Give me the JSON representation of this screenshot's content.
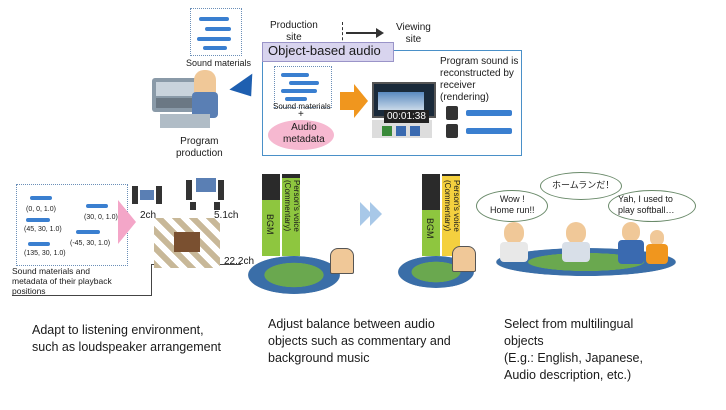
{
  "top": {
    "sound_materials_label": "Sound materials",
    "production_site": "Production\nsite",
    "viewing_site": "Viewing\nsite",
    "object_audio_title": "Object-based audio",
    "program_production": "Program\nproduction",
    "inner_sound_materials": "Sound materials",
    "plus": "+",
    "audio_metadata": "Audio\nmetadata",
    "reconstruct_text": "Program sound is\nreconstructed by\nreceiver\n(rendering)",
    "timecode": "00:01:38"
  },
  "left": {
    "coords": [
      "(0, 0, 1.0)",
      "(30, 0, 1.0)",
      "(45, 30, 1.0)",
      "(-45, 30, 1.0)",
      "(135, 30, 1.0)"
    ],
    "materials_caption": "Sound materials and\nmetadata of their playback\npositions",
    "ch2": "2ch",
    "ch51": "5.1ch",
    "ch222": "22.2ch",
    "caption": "Adapt to listening environment,\nsuch as loudspeaker arrangement"
  },
  "middle": {
    "bgm": "BGM",
    "voice": "Person's voice\n(Commentary)",
    "caption": "Adjust balance between audio\nobjects such as commentary and\nbackground music"
  },
  "right": {
    "bubble1": "Wow !\nHome run!!",
    "bubble2": "ホームランだ！",
    "bubble3": "Yah, I used to\nplay softball…",
    "caption": "Select from multilingual\nobjects\n(E.g.: English, Japanese,\nAudio description, etc.)"
  },
  "colors": {
    "accent_blue": "#4a90c8",
    "arrow_orange": "#f0961e",
    "metadata_pink": "#f6b8d0",
    "meter_green": "#8ec63f",
    "meter_yellow": "#f4d03f",
    "arrow_pink": "#f4a6c8",
    "arrow_lightblue": "#a8c8e8"
  }
}
